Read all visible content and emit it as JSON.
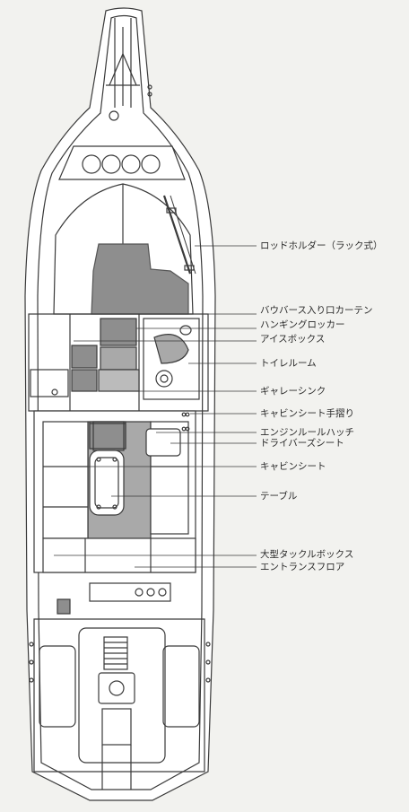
{
  "diagram": {
    "labels": [
      {
        "key": "rod_holder",
        "text": "ロッドホルダー（ラック式）"
      },
      {
        "key": "v_berth_curtain",
        "text": "バウバース入り口カーテン"
      },
      {
        "key": "hanging_locker",
        "text": "ハンギングロッカー"
      },
      {
        "key": "ice_box",
        "text": "アイスボックス"
      },
      {
        "key": "toilet_room",
        "text": "トイレルーム"
      },
      {
        "key": "galley_sink",
        "text": "ギャレーシンク"
      },
      {
        "key": "cabin_seat_rail",
        "text": "キャビンシート手摺り"
      },
      {
        "key": "engine_hatch",
        "text": "エンジンルールハッチ"
      },
      {
        "key": "driver_seat",
        "text": "ドライバーズシート"
      },
      {
        "key": "cabin_seat",
        "text": "キャビンシート"
      },
      {
        "key": "table",
        "text": "テーブル"
      },
      {
        "key": "tackle_box",
        "text": "大型タックルボックス"
      },
      {
        "key": "entrance_floor",
        "text": "エントランスフロア"
      }
    ],
    "colors": {
      "background": "#f2f2ef",
      "outline": "#3a3a3a",
      "cabin_floor": "#a9a9a9",
      "dark_fill": "#8e8e8e",
      "hull_white": "#ffffff"
    }
  }
}
